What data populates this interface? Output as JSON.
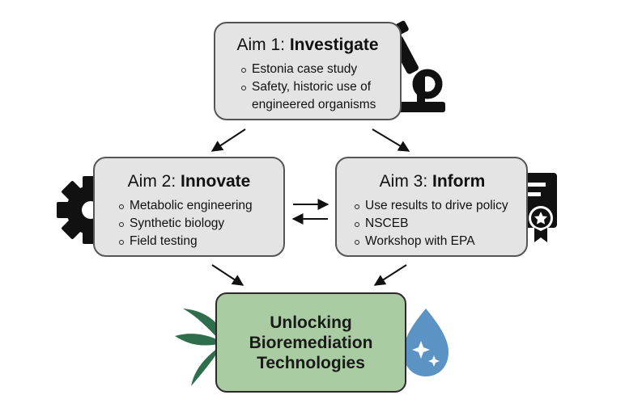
{
  "aims": [
    {
      "prefix": "Aim 1: ",
      "name": "Investigate",
      "items": [
        "Estonia case study",
        "Safety, historic use of",
        "engineered organisms"
      ]
    },
    {
      "prefix": "Aim 2: ",
      "name": "Innovate",
      "items": [
        "Metabolic engineering",
        "Synthetic biology",
        "Field testing"
      ]
    },
    {
      "prefix": "Aim 3: ",
      "name": "Inform",
      "items": [
        "Use results to drive policy",
        "NSCEB",
        "Workshop with EPA"
      ]
    }
  ],
  "outcome": {
    "lines": [
      "Unlocking",
      "Bioremediation",
      "Technologies"
    ]
  },
  "colors": {
    "box_fill": "#e4e4e4",
    "box_border": "#555555",
    "outcome_fill": "#a9cca2",
    "leaf": "#2e6e4c",
    "drop": "#5b93c4",
    "icon": "#111111"
  },
  "icons": [
    "microscope-icon",
    "gear-icon",
    "certificate-icon",
    "leaf-icon",
    "water-drop-icon"
  ]
}
